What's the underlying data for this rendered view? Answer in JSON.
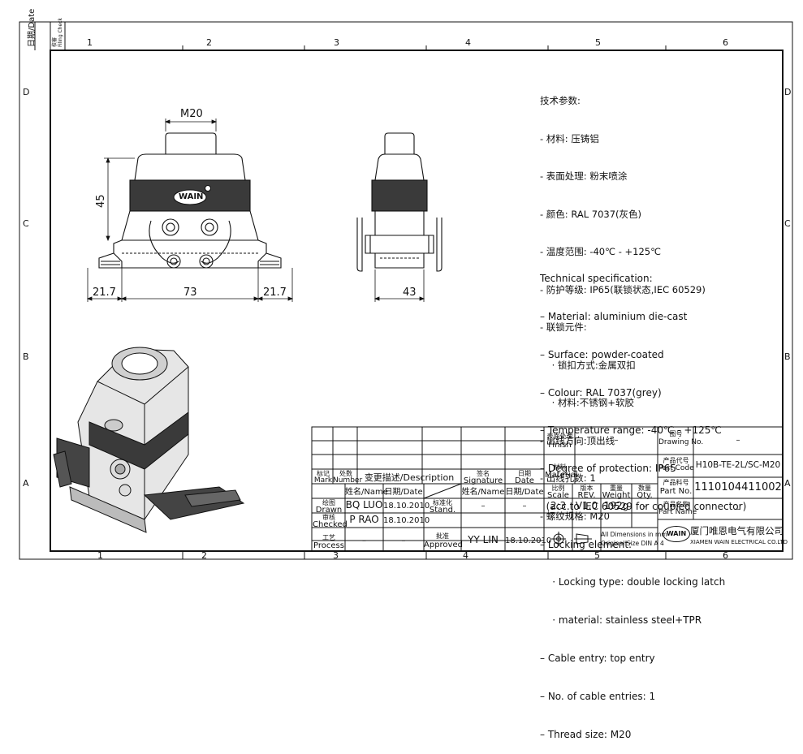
{
  "corner": {
    "date_label": "日期/Date",
    "filing_check": "Filing Check",
    "filing_check_cn": "校審"
  },
  "zones": {
    "top": [
      "1",
      "2",
      "3",
      "4",
      "5",
      "6"
    ],
    "side": [
      "D",
      "C",
      "B",
      "A"
    ]
  },
  "dimensions": {
    "thread": "M20",
    "height": "45",
    "left_flange": "21.7",
    "width": "73",
    "right_flange": "21.7",
    "side_width": "43"
  },
  "brand": "WAIN",
  "spec_cn": {
    "title": "技术参数:",
    "lines": [
      "- 材料: 压铸铝",
      "- 表面处理: 粉末喷涂",
      "- 颜色: RAL 7037(灰色)",
      "- 温度范围: -40℃ - +125℃",
      "- 防护等级: IP65(联锁状态,IEC 60529)",
      "- 联锁元件:",
      "    · 锁扣方式:金属双扣",
      "    · 材料:不锈钢+软胶",
      "- 出线方向:顶出线",
      "- 出线孔数: 1",
      "- 螺纹规格: M20"
    ]
  },
  "spec_en": {
    "title": "Technical specification:",
    "lines": [
      "– Material: aluminium die-cast",
      "– Surface: powder-coated",
      "– Colour: RAL 7037(grey)",
      "– Temperature range: -40℃ - +125℃",
      "– Degree of protection: IP65",
      "  (acc.to IEC 60529 for coupled connector)",
      "– Locking element:",
      "    · Locking type: double locking latch",
      "    · material: stainless steel+TPR",
      "– Cable entry: top entry",
      "– No. of cable entries: 1",
      "– Thread size: M20"
    ]
  },
  "revision_table": {
    "mark_cn": "标记",
    "mark": "Mark",
    "number_cn": "处数",
    "number": "Number",
    "description": "变更描述/Description",
    "signature_cn": "签名",
    "signature": "Signature",
    "date_cn": "日期",
    "date": "Date"
  },
  "approval": {
    "name_hdr": "姓名/Name",
    "date_hdr": "日期/Date",
    "name_hdr2": "姓名/Name",
    "date_hdr2": "日期/Date",
    "drawn_cn": "绘图",
    "drawn": "Drawn",
    "drawn_name": "BQ LUO",
    "drawn_date": "18.10.2010",
    "checked_cn": "审核",
    "checked": "Checked",
    "checked_name": "P RAO",
    "checked_date": "18.10.2010",
    "process_cn": "工艺",
    "process": "Process",
    "process_name": "–",
    "process_date": "–",
    "stand_cn": "标准化",
    "stand": "Stand.",
    "stand_name": "–",
    "stand_date": "–",
    "approved_cn": "批准",
    "approved": "Approved",
    "approved_name": "YY LIN",
    "approved_date": "18.10.2010"
  },
  "finish": {
    "label_cn": "表面处理",
    "label": "Finish",
    "value": "–"
  },
  "material": {
    "label_cn": "材料",
    "label": "Material",
    "value": "–"
  },
  "scale": {
    "scale_cn": "比例",
    "scale": "Scale",
    "scale_val": "2:3",
    "rev_cn": "版本",
    "rev": "REV.",
    "rev_val": "V1.0",
    "weight_cn": "重量",
    "weight": "Weight",
    "weight_val": "192g",
    "qty_cn": "数量",
    "qty": "Qty.",
    "qty_val": "–"
  },
  "dims_note": {
    "line1": "All Dimensions in mm",
    "line2": "Original Size DIN A 4"
  },
  "drawing_no": {
    "label_cn": "图号",
    "label": "Drawing No.",
    "value": "–"
  },
  "part_code": {
    "label_cn": "产品代号",
    "label": "Part Code",
    "value": "H10B-TE-2L/SC-M20"
  },
  "part_no": {
    "label_cn": "产品料号",
    "label": "Part No.",
    "value": "1110104411002"
  },
  "part_name": {
    "label_cn": "产品名称",
    "label": "Part Name",
    "value": "–"
  },
  "company": {
    "logo": "WAIN",
    "name_cn": "厦门唯恩电气有限公司",
    "name_en": "XIAMEN WAIN ELECTRICAL CO.LTD"
  }
}
